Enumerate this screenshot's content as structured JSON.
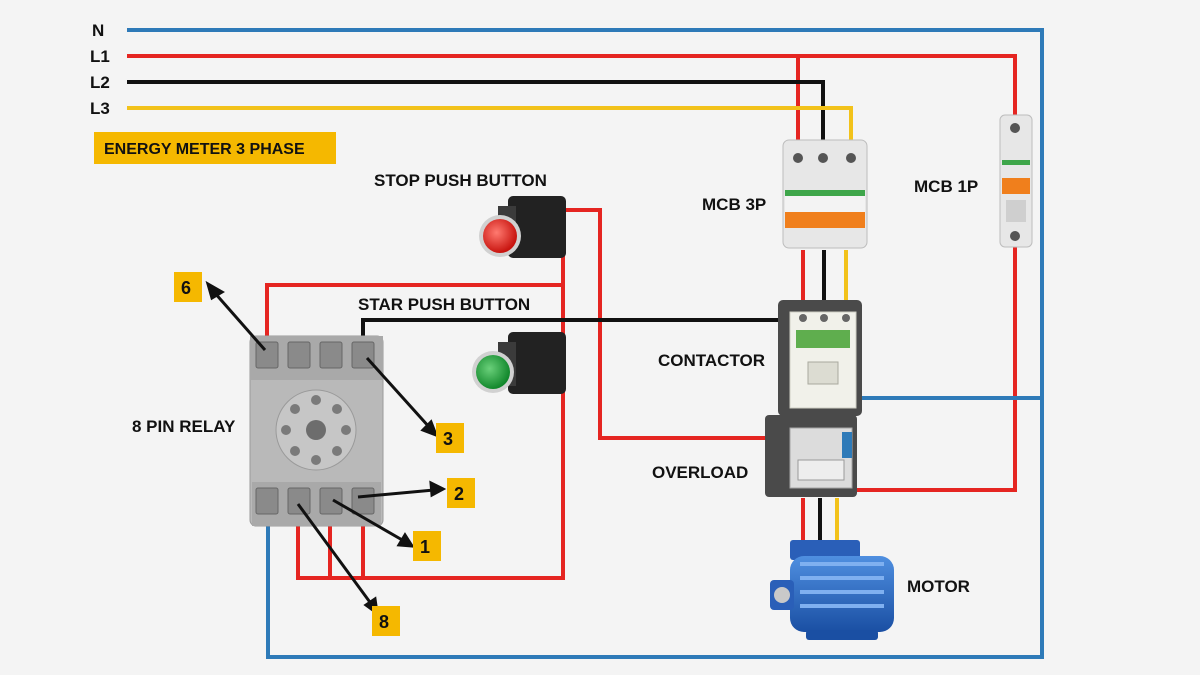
{
  "lines": {
    "n": "N",
    "l1": "L1",
    "l2": "L2",
    "l3": "L3"
  },
  "title": "ENERGY METER 3 PHASE",
  "labels": {
    "stop_button": "STOP PUSH BUTTON",
    "start_button": "STAR PUSH BUTTON",
    "mcb3p": "MCB 3P",
    "mcb1p": "MCB 1P",
    "contactor": "CONTACTOR",
    "overload": "OVERLOAD",
    "relay": "8 PIN RELAY",
    "motor": "MOTOR"
  },
  "pins": {
    "p6": "6",
    "p3": "3",
    "p2": "2",
    "p1": "1",
    "p8": "8"
  },
  "colors": {
    "neutral": "#2e7ab8",
    "l1": "#e52521",
    "l2": "#111111",
    "l3": "#f2c21a",
    "badge": "#f5b800",
    "relay_body": "#b9b9b9"
  }
}
